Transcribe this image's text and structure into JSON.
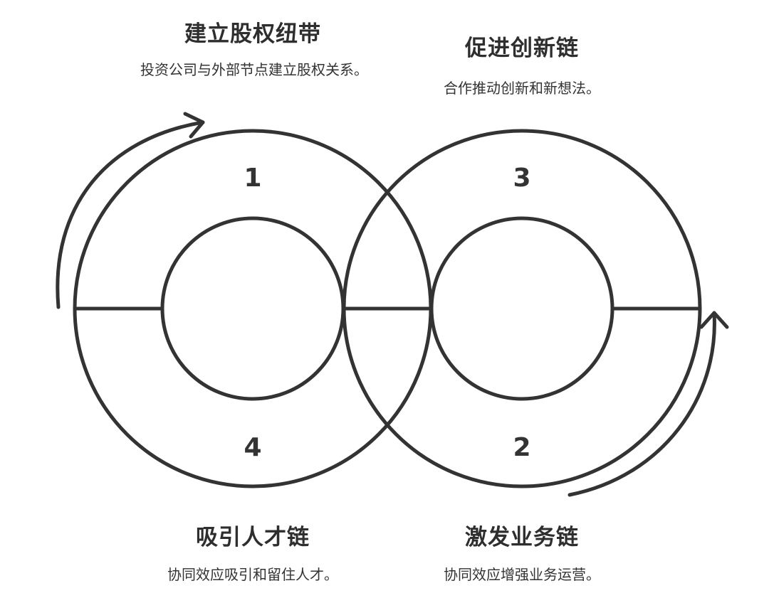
{
  "colors": {
    "stroke": "#333333",
    "background": "#ffffff"
  },
  "icons": {
    "arrows": [
      "curved-arrow-icon",
      "curved-arrow-icon"
    ]
  },
  "steps": [
    {
      "number": "1",
      "title": "建立股权纽带",
      "desc": "投资公司与外部节点建立股权关系。"
    },
    {
      "number": "2",
      "title": "激发业务链",
      "desc": "协同效应增强业务运营。"
    },
    {
      "number": "3",
      "title": "促进创新链",
      "desc": "合作推动创新和新想法。"
    },
    {
      "number": "4",
      "title": "吸引人才链",
      "desc": "协同效应吸引和留住人才。"
    }
  ]
}
